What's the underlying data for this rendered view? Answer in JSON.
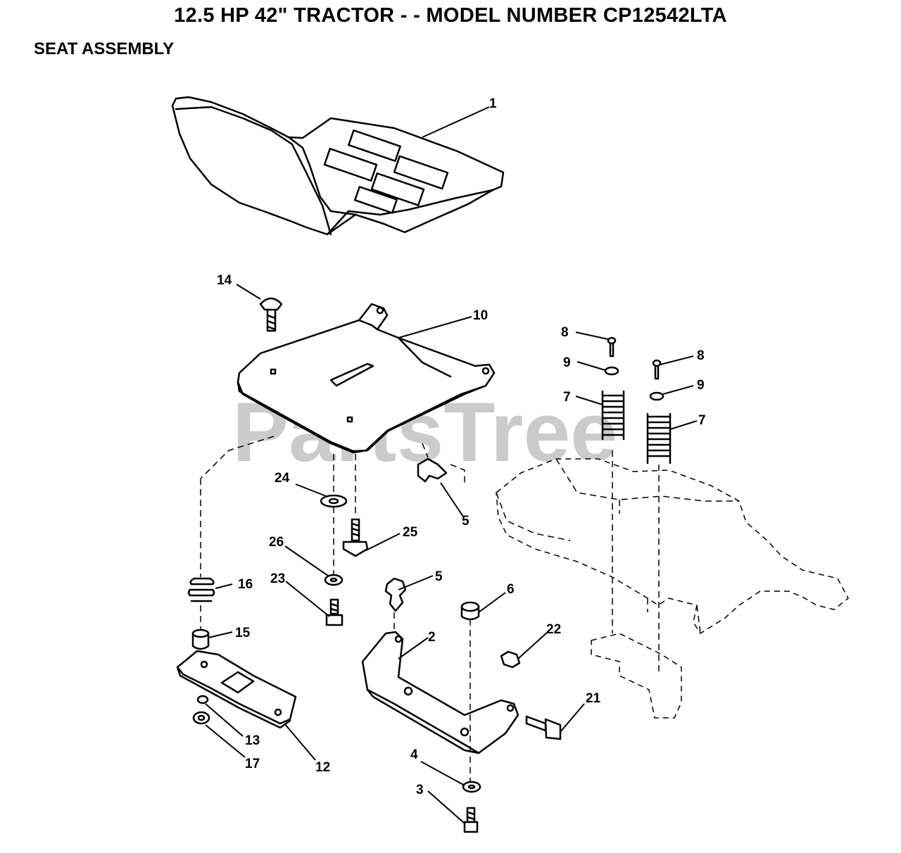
{
  "header": {
    "title": "12.5 HP 42\" TRACTOR - - MODEL NUMBER CP12542LTA",
    "subtitle": "SEAT ASSEMBLY"
  },
  "watermark": "PartsTree",
  "callouts": {
    "c1": "1",
    "c2": "2",
    "c3": "3",
    "c4": "4",
    "c5a": "5",
    "c5b": "5",
    "c6": "6",
    "c7a": "7",
    "c7b": "7",
    "c8a": "8",
    "c8b": "8",
    "c9a": "9",
    "c9b": "9",
    "c10": "10",
    "c12": "12",
    "c13": "13",
    "c14": "14",
    "c15": "15",
    "c16": "16",
    "c17": "17",
    "c21": "21",
    "c22": "22",
    "c23": "23",
    "c24": "24",
    "c25": "25",
    "c26": "26"
  }
}
